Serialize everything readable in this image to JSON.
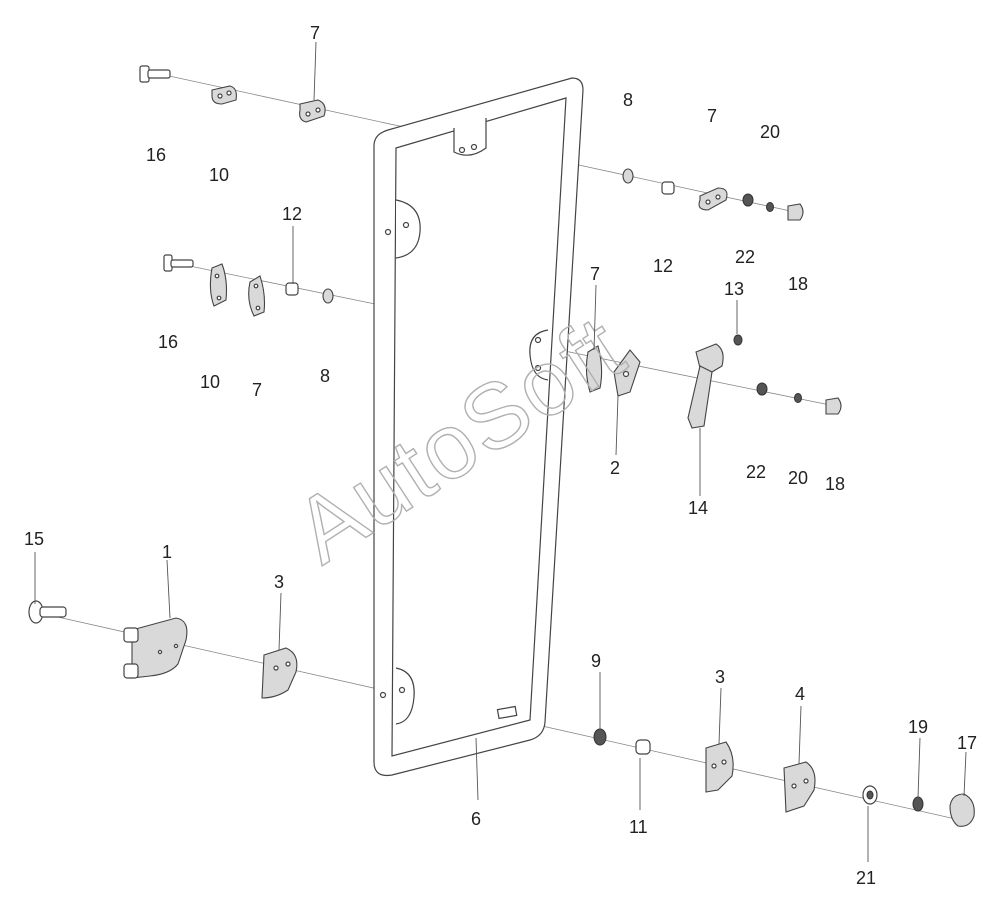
{
  "watermark": "AutoSoft",
  "callouts": [
    {
      "id": "c16a",
      "text": "16"
    },
    {
      "id": "c10a",
      "text": "10"
    },
    {
      "id": "c7a",
      "text": "7"
    },
    {
      "id": "c8a",
      "text": "8"
    },
    {
      "id": "c7b",
      "text": "7"
    },
    {
      "id": "c20a",
      "text": "20"
    },
    {
      "id": "c12a",
      "text": "12"
    },
    {
      "id": "c22a",
      "text": "22"
    },
    {
      "id": "c18a",
      "text": "18"
    },
    {
      "id": "c12b",
      "text": "12"
    },
    {
      "id": "c16b",
      "text": "16"
    },
    {
      "id": "c10b",
      "text": "10"
    },
    {
      "id": "c7c",
      "text": "7"
    },
    {
      "id": "c8b",
      "text": "8"
    },
    {
      "id": "c7d",
      "text": "7"
    },
    {
      "id": "c13",
      "text": "13"
    },
    {
      "id": "c2",
      "text": "2"
    },
    {
      "id": "c14",
      "text": "14"
    },
    {
      "id": "c22b",
      "text": "22"
    },
    {
      "id": "c20b",
      "text": "20"
    },
    {
      "id": "c18b",
      "text": "18"
    },
    {
      "id": "c15",
      "text": "15"
    },
    {
      "id": "c1",
      "text": "1"
    },
    {
      "id": "c3a",
      "text": "3"
    },
    {
      "id": "c9",
      "text": "9"
    },
    {
      "id": "c3b",
      "text": "3"
    },
    {
      "id": "c4",
      "text": "4"
    },
    {
      "id": "c19",
      "text": "19"
    },
    {
      "id": "c17",
      "text": "17"
    },
    {
      "id": "c6",
      "text": "6"
    },
    {
      "id": "c11",
      "text": "11"
    },
    {
      "id": "c21",
      "text": "21"
    }
  ]
}
